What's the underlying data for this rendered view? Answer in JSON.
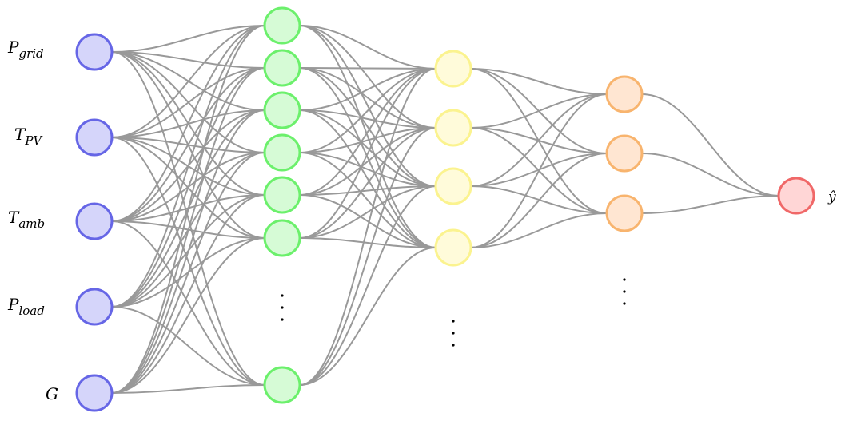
{
  "diagram": {
    "type": "neural-network",
    "input_labels": [
      {
        "base": "P",
        "sub": "grid"
      },
      {
        "base": "T",
        "sub": "PV"
      },
      {
        "base": "T",
        "sub": "amb"
      },
      {
        "base": "P",
        "sub": "load"
      },
      {
        "base": "G",
        "sub": ""
      }
    ],
    "output_label": "ŷ",
    "layers": [
      {
        "role": "input",
        "visible_nodes": 5,
        "truncated": false,
        "fill": "#d5d5fa",
        "stroke": "#6666e6"
      },
      {
        "role": "hidden-1",
        "visible_nodes": 7,
        "truncated": true,
        "fill": "#d6fbd6",
        "stroke": "#6cf06c"
      },
      {
        "role": "hidden-2",
        "visible_nodes": 4,
        "truncated": true,
        "fill": "#fffbda",
        "stroke": "#fbf38f"
      },
      {
        "role": "hidden-3",
        "visible_nodes": 3,
        "truncated": true,
        "fill": "#ffe6d2",
        "stroke": "#f8b46e"
      },
      {
        "role": "output",
        "visible_nodes": 1,
        "truncated": false,
        "fill": "#ffd6d6",
        "stroke": "#f06868"
      }
    ],
    "edge_color": "#999999",
    "connectivity": "fully-connected"
  }
}
